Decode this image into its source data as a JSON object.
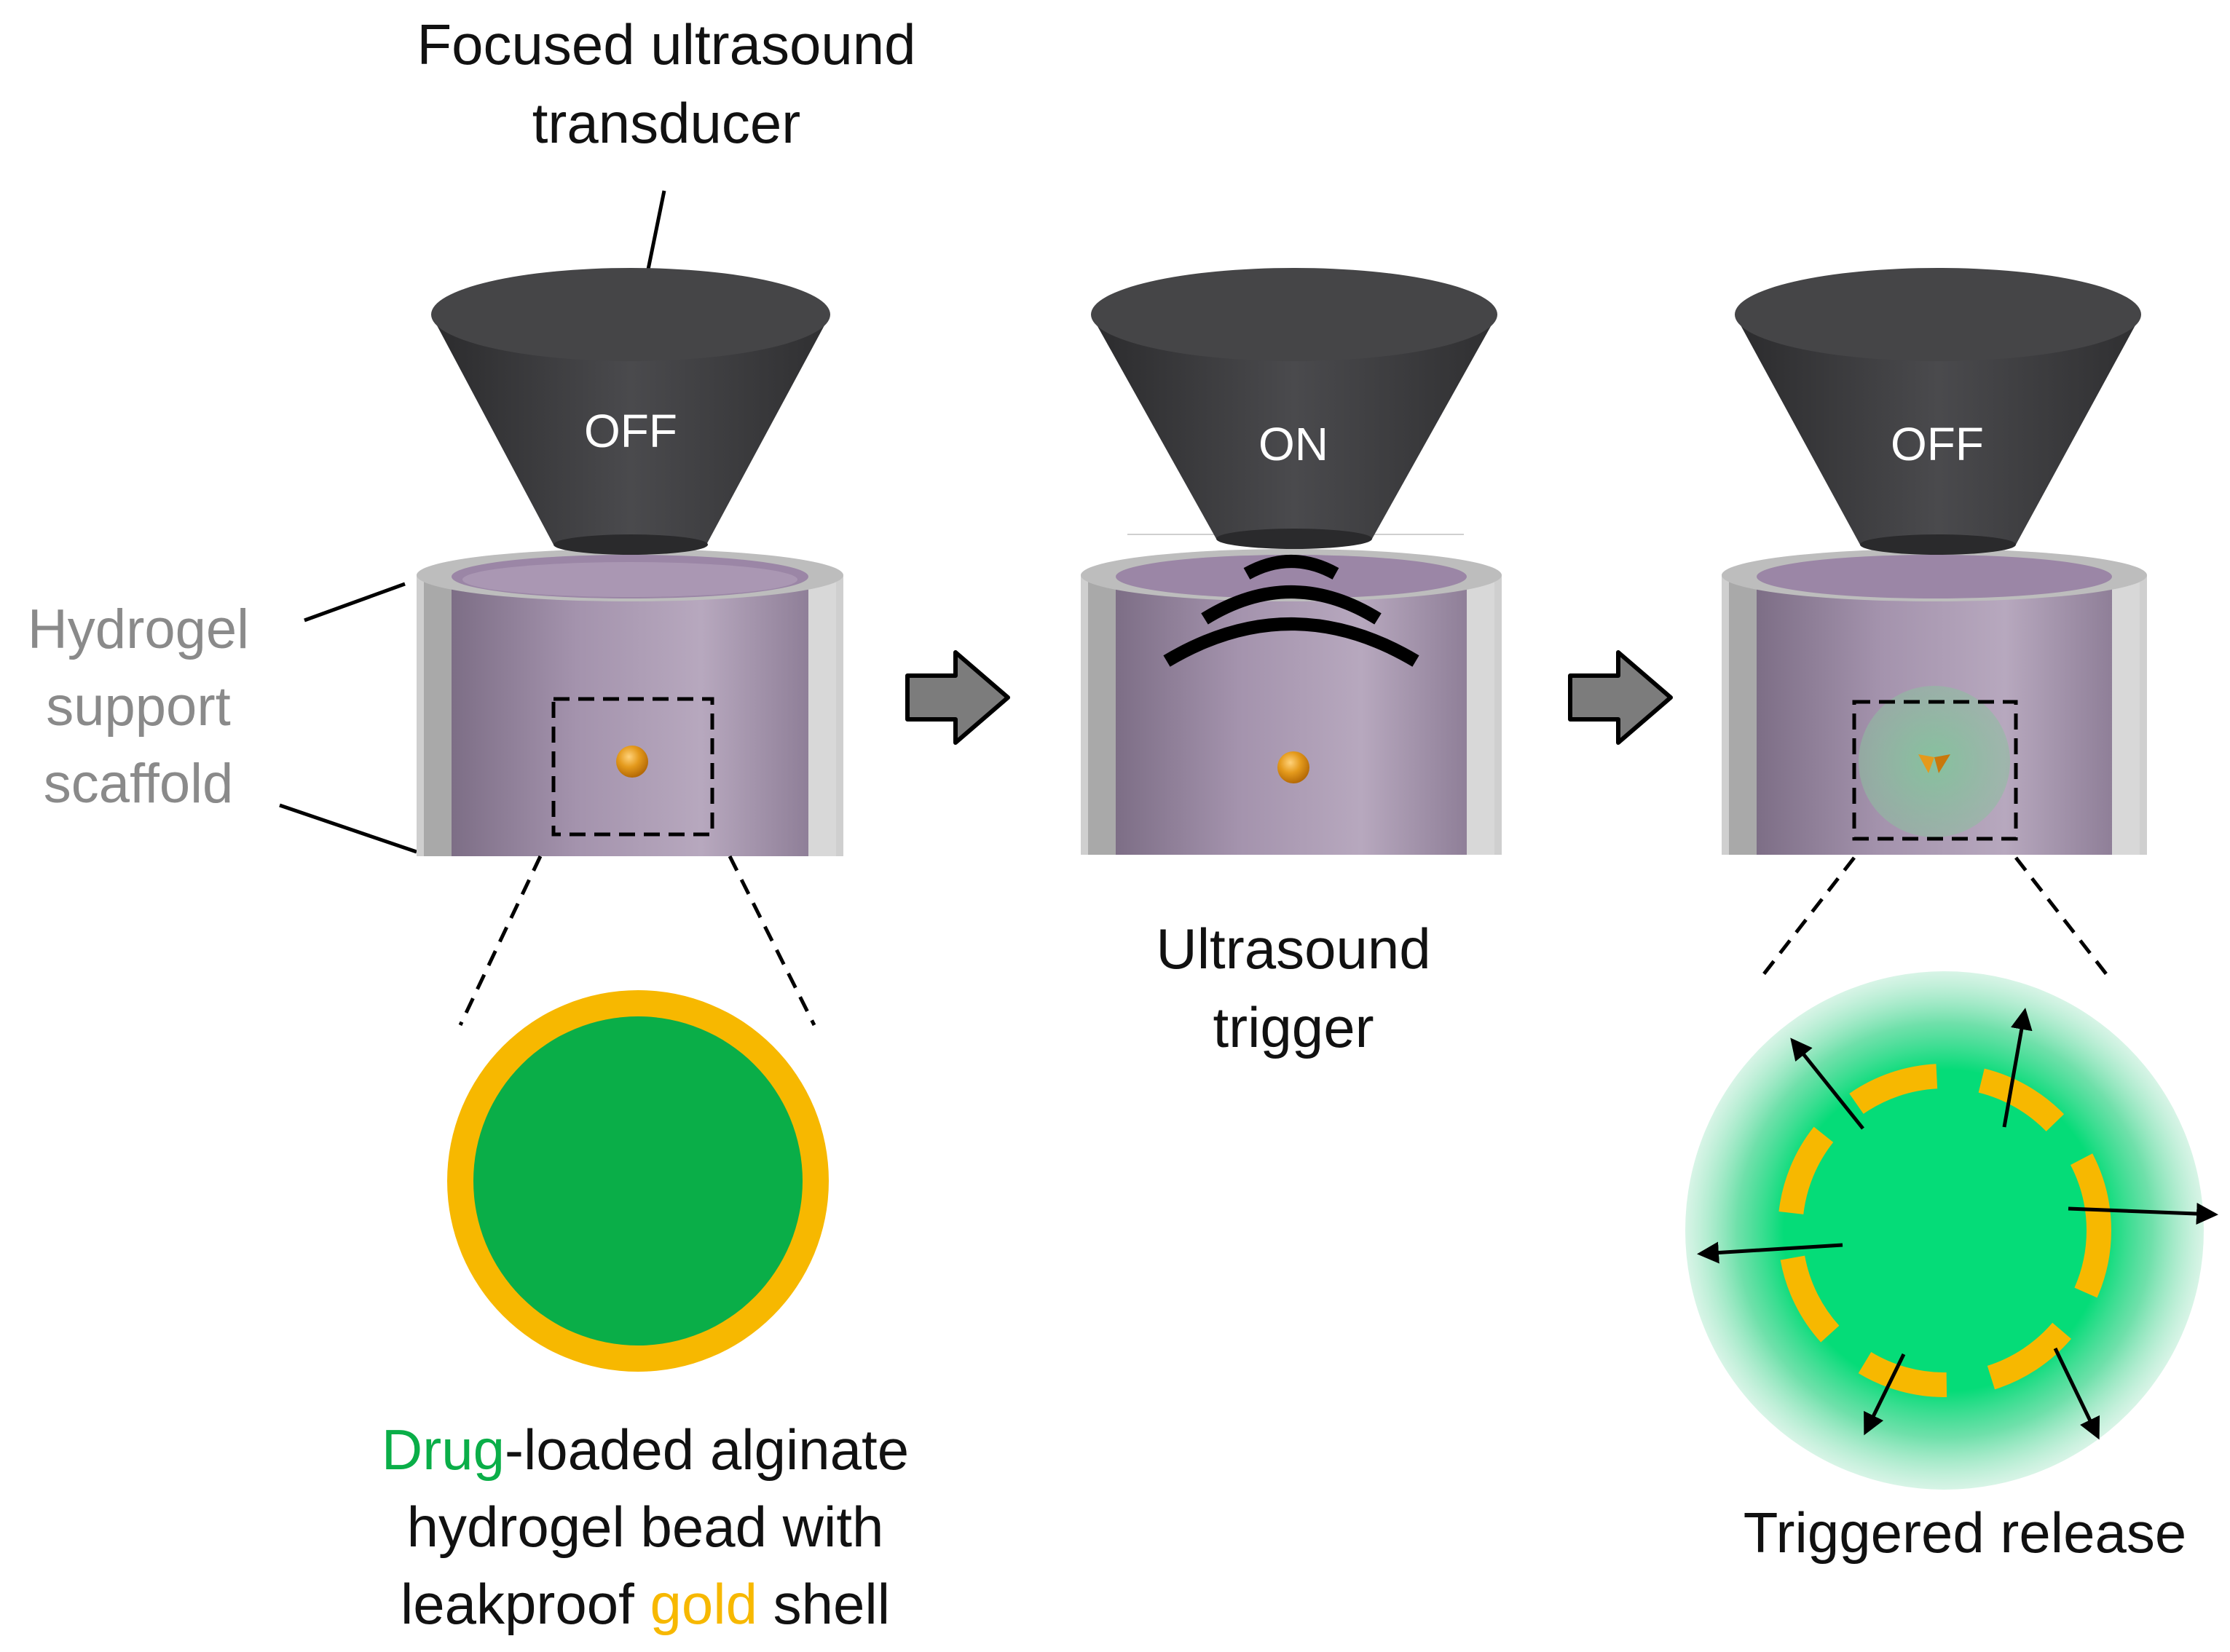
{
  "transducer_label": {
    "line1": "Focused ultrasound",
    "line2": "transducer"
  },
  "scaffold_label": {
    "line1": "Hydrogel",
    "line2": "support",
    "line3": "scaffold"
  },
  "panels": [
    {
      "state": "OFF"
    },
    {
      "state": "ON"
    },
    {
      "state": "OFF"
    }
  ],
  "ultrasound_label": {
    "line1": "Ultrasound",
    "line2": "trigger"
  },
  "bead_caption": {
    "line1_part1": "Drug",
    "line1_part2": "-loaded alginate",
    "line2": "hydrogel bead with",
    "line3_part1": "leakproof ",
    "line3_part2": "gold",
    "line3_part3": " shell"
  },
  "release_caption": "Triggered release",
  "colors": {
    "drug_green": "#0aae48",
    "gold": "#f7b800",
    "transducer": "#3a3a3c",
    "scaffold_purple": "#9d8ca6",
    "scaffold_grey": "#b9b9b9",
    "label_grey": "#8a8a8a",
    "release_green": "#05dc78"
  }
}
